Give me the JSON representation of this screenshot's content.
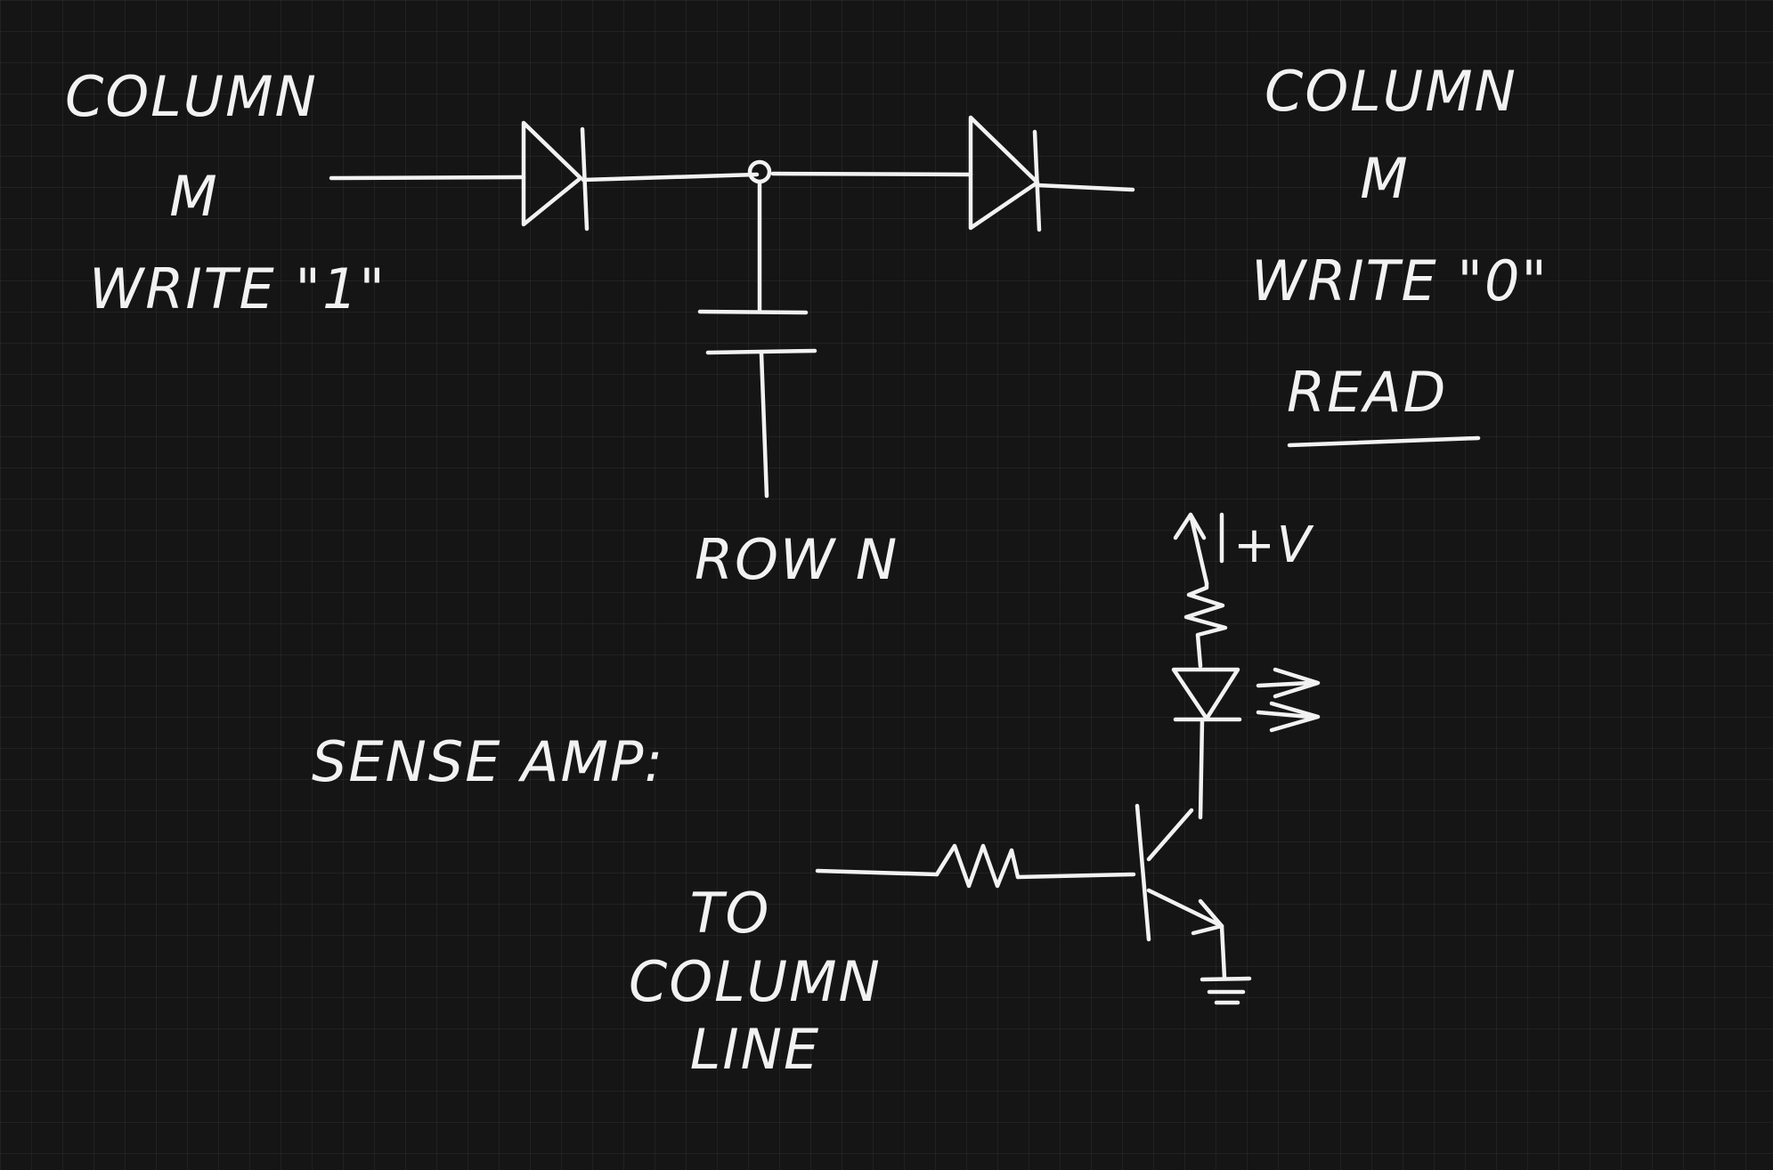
{
  "left_column": {
    "line1": "COLUMN",
    "line2": "M",
    "line3": "WRITE \"1\""
  },
  "right_column": {
    "line1": "COLUMN",
    "line2": "M",
    "line3": "WRITE \"0\"",
    "line4": "READ"
  },
  "row_label": "ROW N",
  "sense_amp_label": "SENSE AMP:",
  "supply_label": "+V",
  "to_column": {
    "line1": "TO",
    "line2": "COLUMN",
    "line3": "LINE"
  }
}
